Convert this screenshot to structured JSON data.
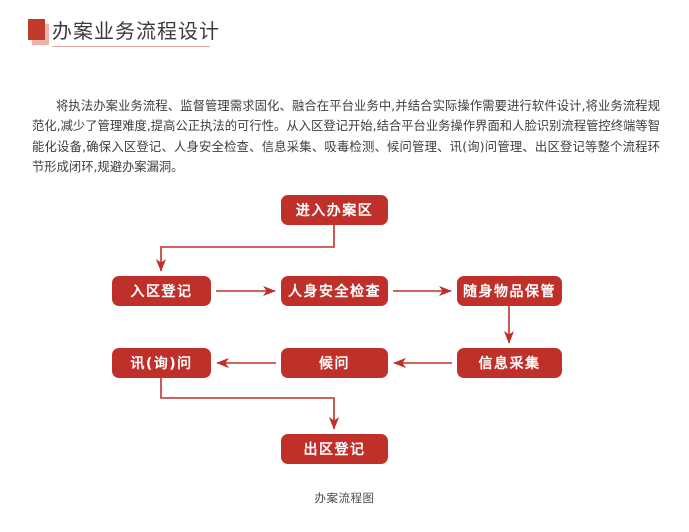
{
  "header": {
    "title": "办案业务流程设计",
    "marker_color": "#c0392b",
    "underline_color": "#dfa79e"
  },
  "body": {
    "paragraph": "将执法办案业务流程、监督管理需求固化、融合在平台业务中,并结合实际操作需要进行软件设计,将业务流程规范化,减少了管理难度,提高公正执法的可行性。从入区登记开始,结合平台业务操作界面和人脸识别流程管控终端等智能化设备,确保入区登记、人身安全检查、信息采集、吸毒检测、候问管理、讯(询)问管理、出区登记等整个流程环节形成闭环,规避办案漏洞。"
  },
  "flowchart": {
    "caption": "办案流程图",
    "node_color": "#c0302a",
    "connector_color": "#c0302a",
    "nodes": [
      {
        "id": "enter",
        "label": "进入办案区"
      },
      {
        "id": "reg",
        "label": "入区登记"
      },
      {
        "id": "safety",
        "label": "人身安全检查"
      },
      {
        "id": "belong",
        "label": "随身物品保管"
      },
      {
        "id": "inquiry",
        "label": "讯(询)问"
      },
      {
        "id": "wait",
        "label": "候问"
      },
      {
        "id": "collect",
        "label": "信息采集"
      },
      {
        "id": "exit",
        "label": "出区登记"
      }
    ],
    "edges": [
      {
        "from": "enter",
        "to": "reg"
      },
      {
        "from": "reg",
        "to": "safety"
      },
      {
        "from": "safety",
        "to": "belong"
      },
      {
        "from": "belong",
        "to": "collect"
      },
      {
        "from": "collect",
        "to": "wait"
      },
      {
        "from": "wait",
        "to": "inquiry"
      },
      {
        "from": "inquiry",
        "to": "exit"
      }
    ]
  }
}
